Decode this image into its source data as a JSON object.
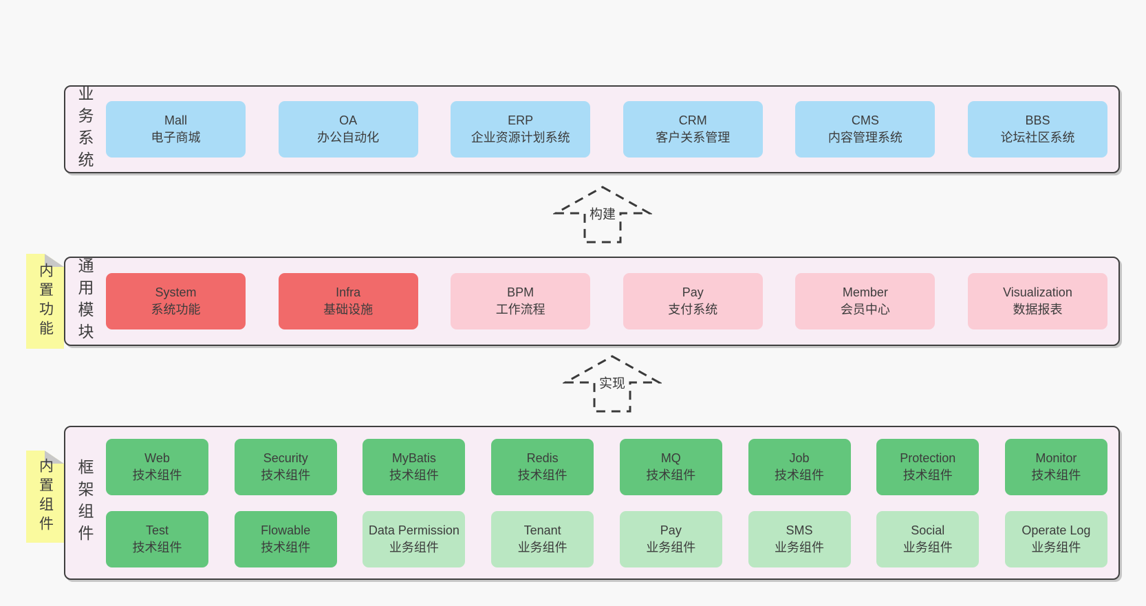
{
  "colors": {
    "page_bg": "#f8f8f8",
    "section_bg": "#f8edf5",
    "section_border": "#3f3f3f",
    "blue_box": "#aadcf7",
    "red_box": "#f16a6a",
    "pink_box": "#fbccd5",
    "green_box": "#63c67c",
    "light_green_box": "#bae7c2",
    "sticky_yellow": "#fafa9e",
    "sticky_fold": "#c8c8c8",
    "text": "#3d3d3d"
  },
  "arrows": {
    "build": "构建",
    "implement": "实现"
  },
  "sections": {
    "business": {
      "label": "业务系统",
      "boxes": [
        {
          "name": "Mall",
          "desc": "电子商城"
        },
        {
          "name": "OA",
          "desc": "办公自动化"
        },
        {
          "name": "ERP",
          "desc": "企业资源计划系统"
        },
        {
          "name": "CRM",
          "desc": "客户关系管理"
        },
        {
          "name": "CMS",
          "desc": "内容管理系统"
        },
        {
          "name": "BBS",
          "desc": "论坛社区系统"
        }
      ]
    },
    "modules": {
      "label": "通用模块",
      "sticky": "内置功能",
      "boxes": [
        {
          "name": "System",
          "desc": "系统功能"
        },
        {
          "name": "Infra",
          "desc": "基础设施"
        },
        {
          "name": "BPM",
          "desc": "工作流程"
        },
        {
          "name": "Pay",
          "desc": "支付系统"
        },
        {
          "name": "Member",
          "desc": "会员中心"
        },
        {
          "name": "Visualization",
          "desc": "数据报表"
        }
      ]
    },
    "framework": {
      "label": "框架组件",
      "sticky": "内置组件",
      "row1": [
        {
          "name": "Web",
          "desc": "技术组件"
        },
        {
          "name": "Security",
          "desc": "技术组件"
        },
        {
          "name": "MyBatis",
          "desc": "技术组件"
        },
        {
          "name": "Redis",
          "desc": "技术组件"
        },
        {
          "name": "MQ",
          "desc": "技术组件"
        },
        {
          "name": "Job",
          "desc": "技术组件"
        },
        {
          "name": "Protection",
          "desc": "技术组件"
        },
        {
          "name": "Monitor",
          "desc": "技术组件"
        }
      ],
      "row2": [
        {
          "name": "Test",
          "desc": "技术组件"
        },
        {
          "name": "Flowable",
          "desc": "技术组件"
        },
        {
          "name": "Data Permission",
          "desc": "业务组件"
        },
        {
          "name": "Tenant",
          "desc": "业务组件"
        },
        {
          "name": "Pay",
          "desc": "业务组件"
        },
        {
          "name": "SMS",
          "desc": "业务组件"
        },
        {
          "name": "Social",
          "desc": "业务组件"
        },
        {
          "name": "Operate Log",
          "desc": "业务组件"
        }
      ]
    }
  }
}
